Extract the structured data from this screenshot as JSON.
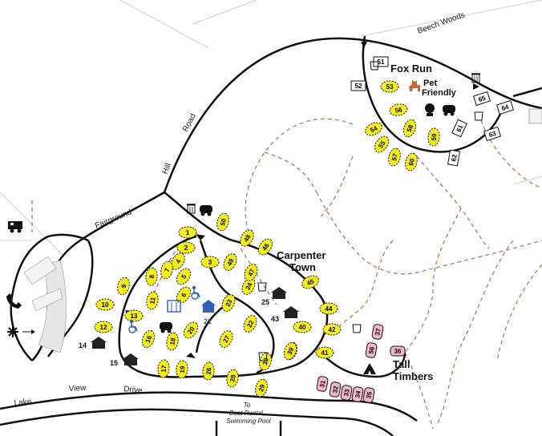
{
  "roads": {
    "beech_woods": "Beech Woods",
    "fairground_hill_road_1": "Fairground",
    "fairground_hill_road_2": "Hill",
    "fairground_hill_road_3": "Road",
    "lake_view_drive_1": "Lake",
    "lake_view_drive_2": "View",
    "lake_view_drive_3": "Drive"
  },
  "areas": {
    "fox_run": "Fox Run",
    "pet_friendly_1": "Pet",
    "pet_friendly_2": "Friendly",
    "carpenter_town_1": "Carpenter",
    "carpenter_town_2": "Town",
    "tall_timbers_1": "Tall",
    "tall_timbers_2": "Timbers"
  },
  "note": {
    "line1": "To",
    "line2": "Boat Rental,",
    "line3": "Swimming Pool"
  },
  "cabins": {
    "c14": "14",
    "c15": "15",
    "c25": "25",
    "c43": "43",
    "c21": "21"
  },
  "sites": {
    "fox_run_white": [
      "51",
      "52",
      "64",
      "65",
      "61",
      "62",
      "63"
    ],
    "fox_run_yellow": [
      "53",
      "54",
      "55",
      "56",
      "57",
      "58",
      "59",
      "60"
    ],
    "carpenter_yellow": [
      "1",
      "2",
      "3",
      "4",
      "5",
      "6",
      "7",
      "8",
      "9",
      "10",
      "11",
      "12",
      "13",
      "16",
      "17",
      "18",
      "19",
      "20",
      "22",
      "23",
      "24",
      "26",
      "27",
      "28",
      "29",
      "30",
      "38",
      "39",
      "40",
      "41",
      "42",
      "44",
      "45",
      "46",
      "47",
      "48",
      "49",
      "50"
    ],
    "tall_timbers_pink": [
      "31",
      "32",
      "33",
      "34",
      "35",
      "36",
      "37",
      "56"
    ]
  },
  "colors": {
    "site_yellow": "#f5ee1a",
    "site_pink": "#f4b6cf",
    "accessible_blue": "#2f5fb7",
    "trail_brown": "#b87a57",
    "road_black": "#111111"
  },
  "icons": [
    "trash-icon",
    "recycle-icon",
    "restroom-icon",
    "water-icon",
    "tent-icon",
    "accessible-icon",
    "dog-icon",
    "rv-icon",
    "phone-icon",
    "sun-icon"
  ]
}
